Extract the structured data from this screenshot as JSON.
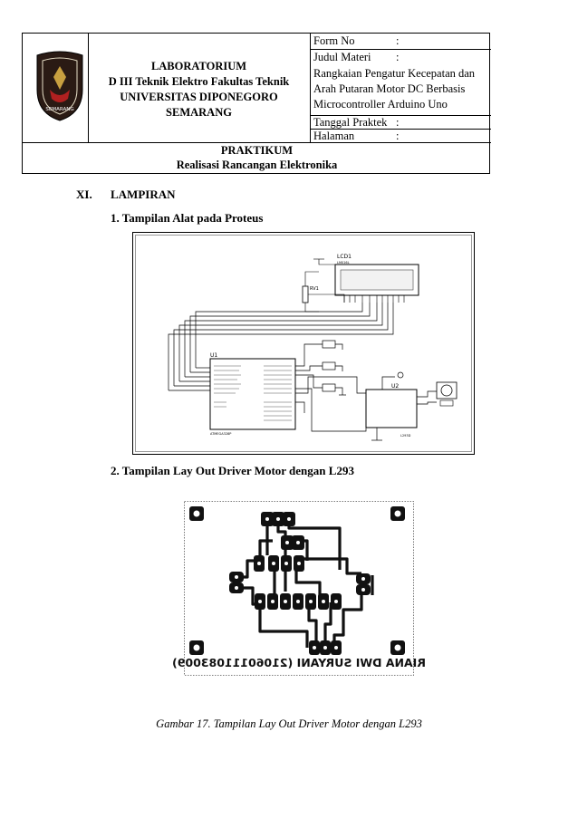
{
  "header": {
    "lab_lines": [
      "LABORATORIUM",
      "D III Teknik Elektro Fakultas Teknik",
      "UNIVERSITAS DIPONEGORO",
      "SEMARANG"
    ],
    "logo_text": "UNIVERSITAS DIPONEGORO",
    "logo_city": "SEMARANG",
    "form_no_label": "Form No",
    "judul_label": "Judul Materi",
    "judul_value": [
      "Rangkaian Pengatur Kecepatan dan",
      "Arah Putaran Motor DC Berbasis",
      "Microcontroller Arduino Uno"
    ],
    "tanggal_label": "Tanggal Praktek",
    "halaman_label": "Halaman",
    "colon": ":",
    "praktikum_title": "PRAKTIKUM",
    "praktikum_subtitle": "Realisasi Rancangan Elektronika"
  },
  "section": {
    "number": "XI.",
    "title": "LAMPIRAN",
    "item1": "1.  Tampilan Alat pada Proteus",
    "item2": "2.  Tampilan Lay Out Driver Motor dengan L293"
  },
  "schematic": {
    "lcd_label": "LCD1",
    "lcd_model": "LM016L",
    "rv_label": "RV1",
    "u1_label": "U1",
    "u1_model": "ATMEGA328P",
    "u2_label": "U2",
    "u2_model": "L293D"
  },
  "pcb": {
    "mirrored_text": "RIANA DWI SURYANI (21060111083009)"
  },
  "caption": "Gambar 17. Tampilan Lay Out Driver Motor dengan L293"
}
